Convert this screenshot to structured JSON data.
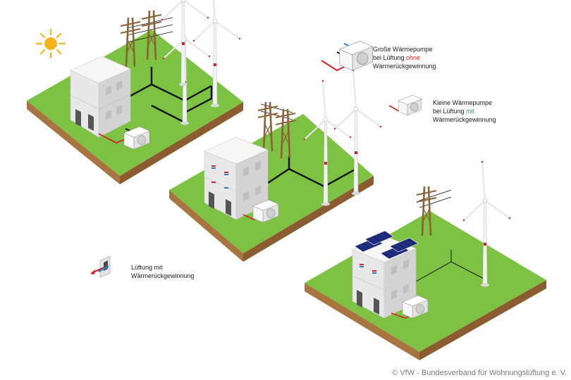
{
  "legend": {
    "large_pump": {
      "line1": "Große Wärmepumpe",
      "line2_prefix": "bei Lüftung ",
      "line2_emphasis": "ohne",
      "line3": "Wärmerückgewinnung"
    },
    "small_pump": {
      "line1": "Kleine Wärmepumpe",
      "line2_prefix": "bei Lüftung ",
      "line2_emphasis": "mit",
      "line3": "Wärmerückgewinnung"
    },
    "ventilation": {
      "line1": "Lüftung mit",
      "line2": "Wärmerückgewinnung"
    }
  },
  "copyright": "© VfW - Bundesverband für Wohnungslüftung e. V.",
  "colors": {
    "grass": "#7dc242",
    "grass_dark": "#5e9c2e",
    "soil": "#a87541",
    "soil_dark": "#8a5c30",
    "house": "#e8e8e8",
    "house_dark": "#bdbdbd",
    "pole": "#8a6236",
    "cable": "#111111",
    "turbine": "#f2f2f2",
    "warm_pipe": "#d4202a",
    "cold_pipe": "#2a7fc9",
    "solar_panel": "#1d2a78",
    "sun": "#f5b41a"
  },
  "icons": [
    "sun-icon",
    "wind-turbine-icon",
    "power-pole-icon",
    "heat-pump-icon",
    "ventilation-unit-icon",
    "solar-panel-icon"
  ]
}
